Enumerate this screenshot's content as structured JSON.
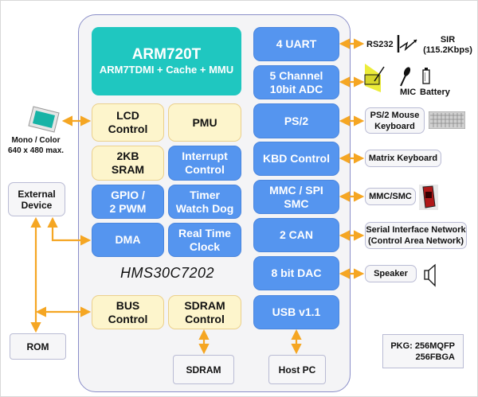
{
  "diagram": {
    "chip_name": "HMS30C7202",
    "core": {
      "title": "ARM720T",
      "subtitle": "ARM7TDMI + Cache + MMU"
    },
    "left_blocks": [
      {
        "id": "lcd",
        "label": "LCD\nControl",
        "style": "yellow"
      },
      {
        "id": "pmu",
        "label": "PMU",
        "style": "yellow"
      },
      {
        "id": "sram",
        "label": "2KB\nSRAM",
        "style": "yellow"
      },
      {
        "id": "interrupt",
        "label": "Interrupt\nControl",
        "style": "blue"
      },
      {
        "id": "gpio",
        "label": "GPIO /\n2 PWM",
        "style": "blue"
      },
      {
        "id": "timer",
        "label": "Timer\nWatch Dog",
        "style": "blue"
      },
      {
        "id": "dma",
        "label": "DMA",
        "style": "blue"
      },
      {
        "id": "rtc",
        "label": "Real Time\nClock",
        "style": "blue"
      },
      {
        "id": "bus",
        "label": "BUS\nControl",
        "style": "yellow"
      },
      {
        "id": "sdram_ctrl",
        "label": "SDRAM\nControl",
        "style": "yellow"
      }
    ],
    "right_blocks": [
      {
        "id": "uart",
        "label": "4 UART"
      },
      {
        "id": "adc",
        "label": "5 Channel\n10bit ADC"
      },
      {
        "id": "ps2",
        "label": "PS/2"
      },
      {
        "id": "kbd",
        "label": "KBD Control"
      },
      {
        "id": "mmc",
        "label": "MMC / SPI\nSMC"
      },
      {
        "id": "can",
        "label": "2 CAN"
      },
      {
        "id": "dac",
        "label": "8 bit DAC"
      },
      {
        "id": "usb",
        "label": "USB v1.1"
      }
    ],
    "external": {
      "ps2_dev": "PS/2 Mouse\nKeyboard",
      "matrix_kbd": "Matrix Keyboard",
      "mmc_smc": "MMC/SMC",
      "can_net": "Serial Interface Network\n(Control Area Network)",
      "speaker": "Speaker",
      "ext_device": "External\nDevice",
      "rom": "ROM",
      "sdram": "SDRAM",
      "host_pc": "Host PC",
      "pkg": "PKG: 256MQFP\n256FBGA"
    },
    "labels": {
      "rs232": "RS232",
      "sir": "SIR\n(115.2Kbps)",
      "mic": "MIC",
      "battery": "Battery",
      "lcd_panel": "Mono / Color\n640 x 480 max."
    },
    "colors": {
      "core": "#1fc7c0",
      "blue_block": "#5595ef",
      "yellow_block": "#fdf5cc",
      "arrow": "#f5a623",
      "chip_border": "#8a8ec8"
    }
  }
}
